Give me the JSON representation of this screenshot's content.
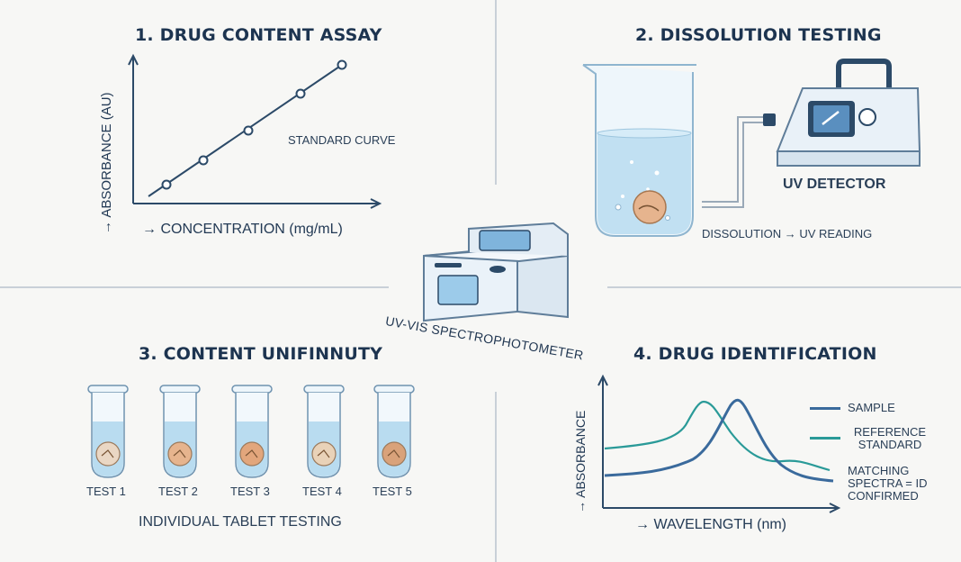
{
  "panels": {
    "assay": {
      "title": "1. DRUG CONTENT ASSAY",
      "y_label": "→ ABSORBANCE (AU)",
      "x_label": "→ CONCENTRATION (mg/mL)",
      "curve_label": "STANDARD CURVE"
    },
    "dissolution": {
      "title": "2. DISSOLUTION TESTING",
      "detector_label": "UV DETECTOR",
      "flow_label": "DISSOLUTION → UV READING"
    },
    "center": {
      "instrument_label": "UV-VIS SPECTROPHOTOMETER"
    },
    "uniformity": {
      "title": "3. CONTENT UNIFINNUTY",
      "tubes": [
        "TEST 1",
        "TEST 2",
        "TEST 3",
        "TEST 4",
        "TEST 5"
      ],
      "caption": "INDIVIDUAL TABLET TESTING"
    },
    "identification": {
      "title": "4. DRUG IDENTIFICATION",
      "y_label": "→ ABSORBANCE",
      "x_label": "→ WAVELENGTH (nm)",
      "legend": [
        {
          "label": "SAMPLE",
          "color": "#3a6a9c"
        },
        {
          "label": "REFERENCE STANDARD",
          "color": "#2a9a98"
        }
      ],
      "note": "MATCHING SPECTRA = ID CONFIRMED"
    }
  },
  "colors": {
    "line_dark": "#2c4a68",
    "sample": "#3a6a9c",
    "reference": "#2a9a98",
    "water": "#b9dcf0",
    "tablet": "#e6b48e"
  }
}
